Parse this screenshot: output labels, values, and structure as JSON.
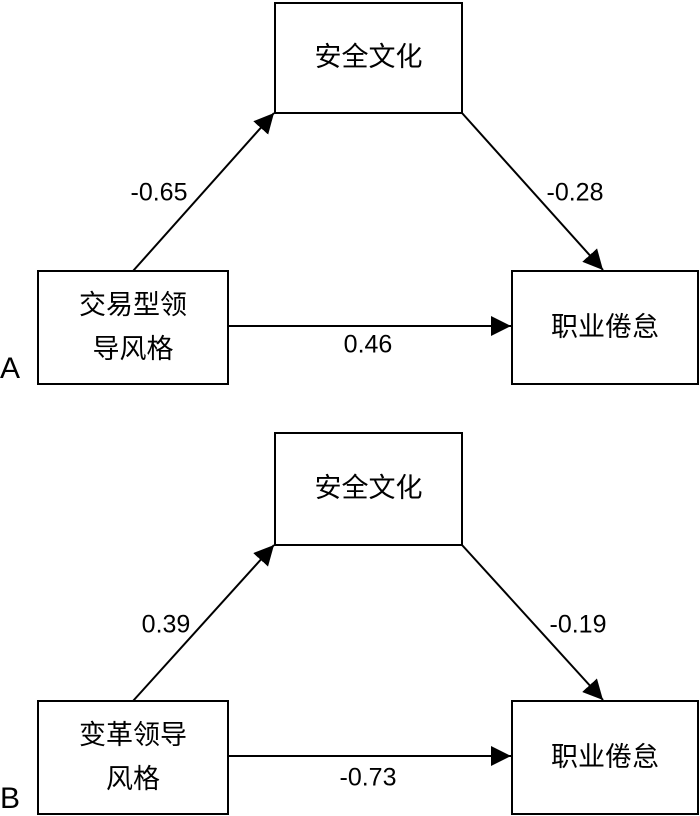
{
  "panels": [
    {
      "letter": "A",
      "mediator": "安全文化",
      "predictor": [
        "交易型领",
        "导风格"
      ],
      "outcome": "职业倦怠",
      "path_a": "-0.65",
      "path_b": "-0.28",
      "path_c": "0.46"
    },
    {
      "letter": "B",
      "mediator": "安全文化",
      "predictor": [
        "变革领导",
        "风格"
      ],
      "outcome": "职业倦怠",
      "path_a": "0.39",
      "path_b": "-0.19",
      "path_c": "-0.73"
    }
  ]
}
